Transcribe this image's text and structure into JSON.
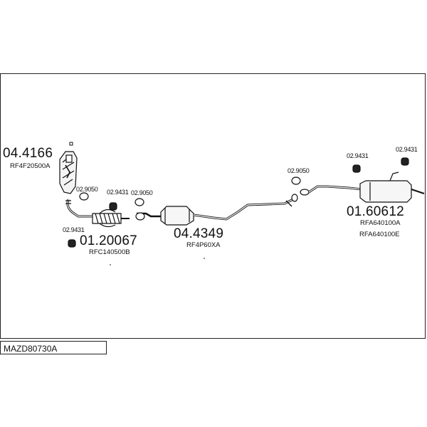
{
  "diagram_code": "MAZD80730A",
  "parts": {
    "manifold": {
      "number": "04.4166",
      "ref": "RF4F20500A"
    },
    "front_pipe": {
      "number": "01.20067",
      "ref": "RFC140500B"
    },
    "catalyst": {
      "number": "04.4349",
      "ref": "RF4P60XA"
    },
    "rear_silencer": {
      "number": "01.60612",
      "ref1": "RFA640100A",
      "ref2": "RFA640100E"
    }
  },
  "fittings": {
    "gasket_front": "02.9050",
    "mount_front_top": "02.9431",
    "gasket_mid": "02.9050",
    "mount_front_bottom": "02.9431",
    "gasket_rear": "02.9050",
    "mount_rear_left": "02.9431",
    "mount_rear_right": "02.9431"
  }
}
